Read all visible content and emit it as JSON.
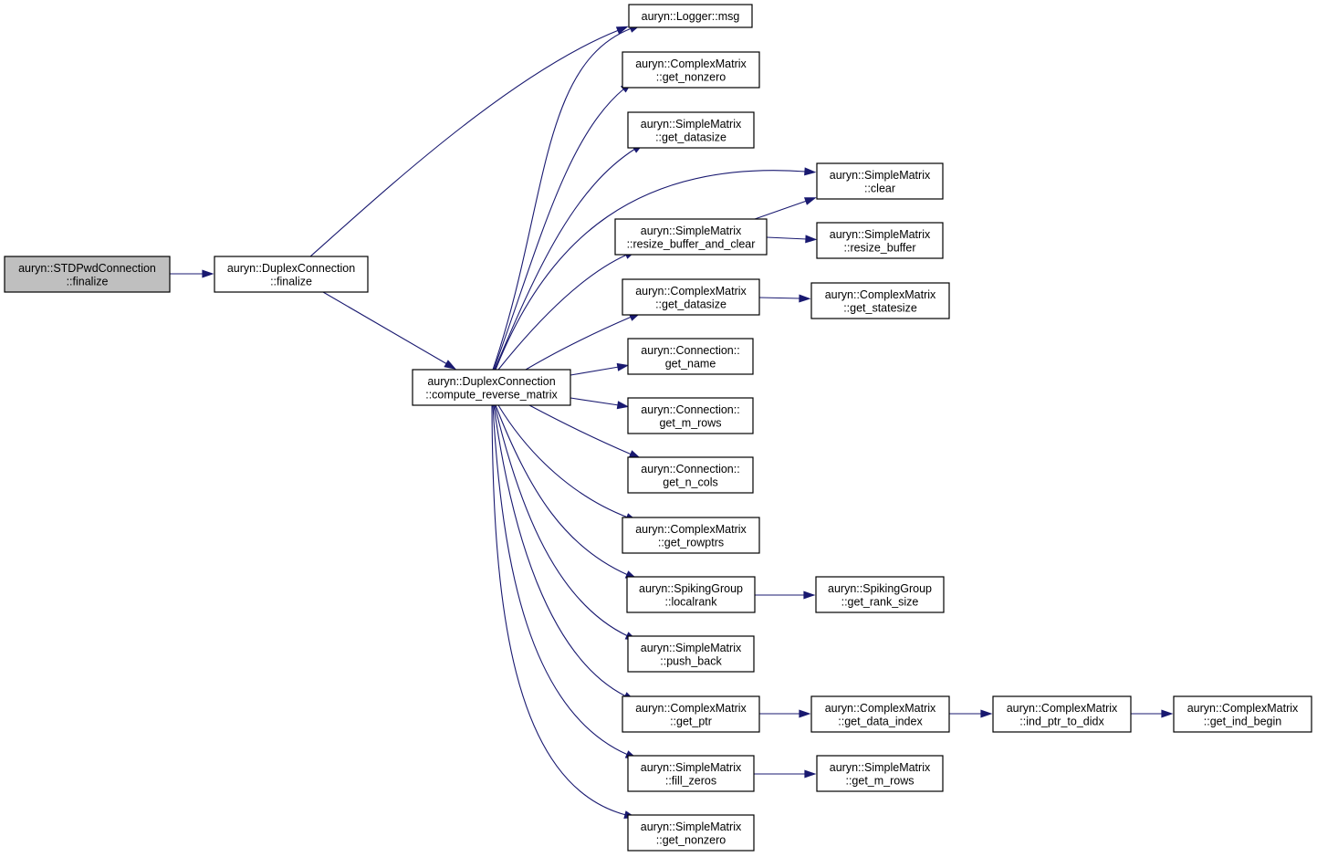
{
  "nodes": [
    {
      "id": "n0",
      "name": "node-stdpwdconnection-finalize",
      "root": true,
      "lines": [
        "auryn::STDPwdConnection",
        "::finalize"
      ]
    },
    {
      "id": "n1",
      "name": "node-duplexconnection-finalize",
      "lines": [
        "auryn::DuplexConnection",
        "::finalize"
      ]
    },
    {
      "id": "n2",
      "name": "node-duplexconnection-compute-reverse-matrix",
      "lines": [
        "auryn::DuplexConnection",
        "::compute_reverse_matrix"
      ]
    },
    {
      "id": "n3",
      "name": "node-logger-msg",
      "lines": [
        "auryn::Logger::msg"
      ]
    },
    {
      "id": "n4",
      "name": "node-complexmatrix-get-nonzero",
      "lines": [
        "auryn::ComplexMatrix",
        "::get_nonzero"
      ]
    },
    {
      "id": "n5",
      "name": "node-simplematrix-get-datasize",
      "lines": [
        "auryn::SimpleMatrix",
        "::get_datasize"
      ]
    },
    {
      "id": "n6",
      "name": "node-simplematrix-clear",
      "lines": [
        "auryn::SimpleMatrix",
        "::clear"
      ]
    },
    {
      "id": "n7",
      "name": "node-simplematrix-resize-buffer-and-clear",
      "lines": [
        "auryn::SimpleMatrix",
        "::resize_buffer_and_clear"
      ]
    },
    {
      "id": "n8",
      "name": "node-simplematrix-resize-buffer",
      "lines": [
        "auryn::SimpleMatrix",
        "::resize_buffer"
      ]
    },
    {
      "id": "n9",
      "name": "node-complexmatrix-get-datasize",
      "lines": [
        "auryn::ComplexMatrix",
        "::get_datasize"
      ]
    },
    {
      "id": "n10",
      "name": "node-complexmatrix-get-statesize",
      "lines": [
        "auryn::ComplexMatrix",
        "::get_statesize"
      ]
    },
    {
      "id": "n11",
      "name": "node-connection-get-name",
      "lines": [
        "auryn::Connection::",
        "get_name"
      ]
    },
    {
      "id": "n12",
      "name": "node-connection-get-m-rows",
      "lines": [
        "auryn::Connection::",
        "get_m_rows"
      ]
    },
    {
      "id": "n13",
      "name": "node-connection-get-n-cols",
      "lines": [
        "auryn::Connection::",
        "get_n_cols"
      ]
    },
    {
      "id": "n14",
      "name": "node-complexmatrix-get-rowptrs",
      "lines": [
        "auryn::ComplexMatrix",
        "::get_rowptrs"
      ]
    },
    {
      "id": "n15",
      "name": "node-spikinggroup-localrank",
      "lines": [
        "auryn::SpikingGroup",
        "::localrank"
      ]
    },
    {
      "id": "n16",
      "name": "node-spikinggroup-get-rank-size",
      "lines": [
        "auryn::SpikingGroup",
        "::get_rank_size"
      ]
    },
    {
      "id": "n17",
      "name": "node-simplematrix-push-back",
      "lines": [
        "auryn::SimpleMatrix",
        "::push_back"
      ]
    },
    {
      "id": "n18",
      "name": "node-complexmatrix-get-ptr",
      "lines": [
        "auryn::ComplexMatrix",
        "::get_ptr"
      ]
    },
    {
      "id": "n19",
      "name": "node-complexmatrix-get-data-index",
      "lines": [
        "auryn::ComplexMatrix",
        "::get_data_index"
      ]
    },
    {
      "id": "n20",
      "name": "node-complexmatrix-ind-ptr-to-didx",
      "lines": [
        "auryn::ComplexMatrix",
        "::ind_ptr_to_didx"
      ]
    },
    {
      "id": "n21",
      "name": "node-complexmatrix-get-ind-begin",
      "lines": [
        "auryn::ComplexMatrix",
        "::get_ind_begin"
      ]
    },
    {
      "id": "n22",
      "name": "node-simplematrix-fill-zeros",
      "lines": [
        "auryn::SimpleMatrix",
        "::fill_zeros"
      ]
    },
    {
      "id": "n23",
      "name": "node-simplematrix-get-m-rows",
      "lines": [
        "auryn::SimpleMatrix",
        "::get_m_rows"
      ]
    },
    {
      "id": "n24",
      "name": "node-simplematrix-get-nonzero",
      "lines": [
        "auryn::SimpleMatrix",
        "::get_nonzero"
      ]
    }
  ],
  "edges": [
    {
      "from": "n0",
      "to": "n1"
    },
    {
      "from": "n1",
      "to": "n3"
    },
    {
      "from": "n1",
      "to": "n2"
    },
    {
      "from": "n2",
      "to": "n3"
    },
    {
      "from": "n2",
      "to": "n4"
    },
    {
      "from": "n2",
      "to": "n5"
    },
    {
      "from": "n2",
      "to": "n6"
    },
    {
      "from": "n2",
      "to": "n7"
    },
    {
      "from": "n2",
      "to": "n9"
    },
    {
      "from": "n2",
      "to": "n11"
    },
    {
      "from": "n2",
      "to": "n12"
    },
    {
      "from": "n2",
      "to": "n13"
    },
    {
      "from": "n2",
      "to": "n14"
    },
    {
      "from": "n2",
      "to": "n15"
    },
    {
      "from": "n2",
      "to": "n17"
    },
    {
      "from": "n2",
      "to": "n18"
    },
    {
      "from": "n2",
      "to": "n22"
    },
    {
      "from": "n2",
      "to": "n24"
    },
    {
      "from": "n7",
      "to": "n6"
    },
    {
      "from": "n7",
      "to": "n8"
    },
    {
      "from": "n9",
      "to": "n10"
    },
    {
      "from": "n15",
      "to": "n16"
    },
    {
      "from": "n18",
      "to": "n19"
    },
    {
      "from": "n19",
      "to": "n20"
    },
    {
      "from": "n20",
      "to": "n21"
    },
    {
      "from": "n22",
      "to": "n23"
    }
  ]
}
